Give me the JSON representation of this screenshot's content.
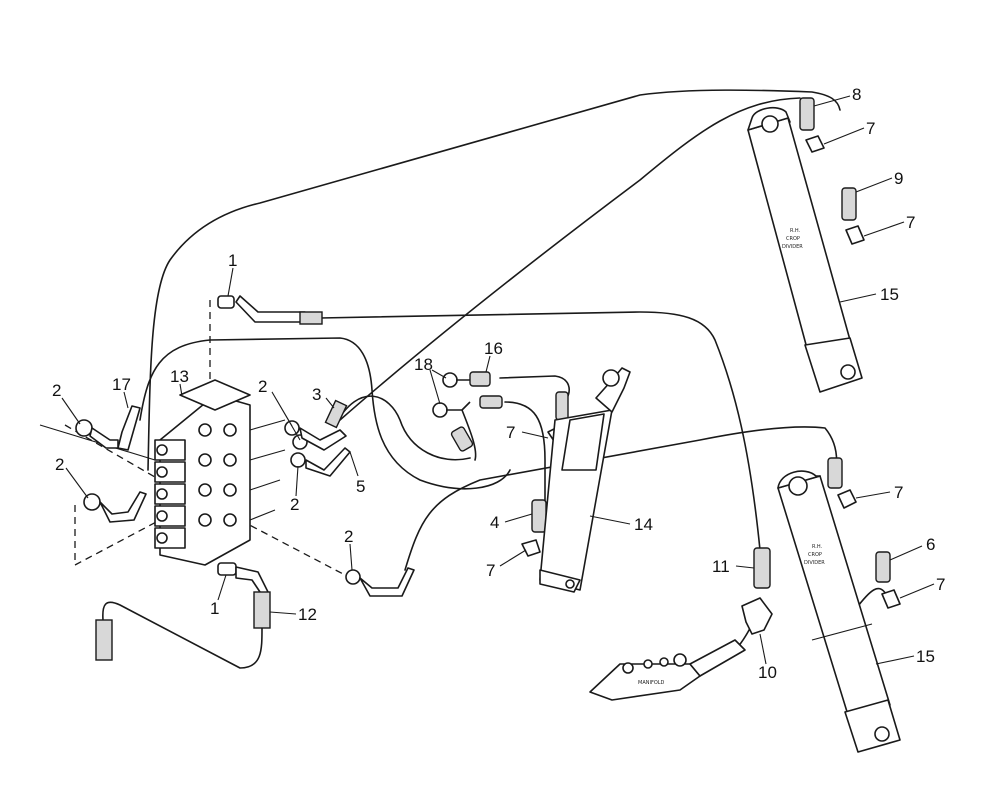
{
  "diagram": {
    "callouts": {
      "c1a": "1",
      "c1b": "1",
      "c2a": "2",
      "c2b": "2",
      "c2c": "2",
      "c2d": "2",
      "c2e": "2",
      "c3": "3",
      "c4": "4",
      "c5": "5",
      "c6": "6",
      "c7a": "7",
      "c7b": "7",
      "c7c": "7",
      "c7d": "7",
      "c7e": "7",
      "c7f": "7",
      "c8": "8",
      "c9": "9",
      "c10": "10",
      "c11": "11",
      "c12": "12",
      "c13": "13",
      "c14": "14",
      "c15a": "15",
      "c15b": "15",
      "c16": "16",
      "c17": "17",
      "c18": "18"
    },
    "stamped_text": {
      "cyl_top_l1": "R.H.",
      "cyl_top_l2": "CROP",
      "cyl_top_l3": "DIVIDER",
      "cyl_bot_l1": "R.H.",
      "cyl_bot_l2": "CROP",
      "cyl_bot_l3": "DIVIDER",
      "manifold": "MANIFOLD"
    }
  }
}
